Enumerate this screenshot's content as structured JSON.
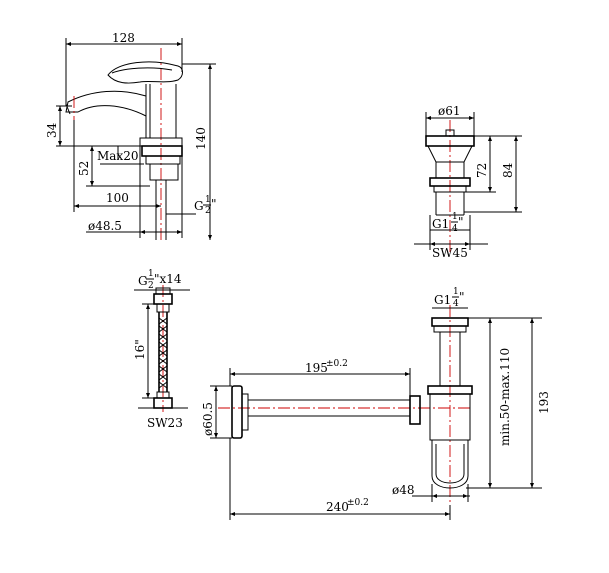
{
  "faucet": {
    "width": "128",
    "height": "140",
    "spout_height": "34",
    "deck_depth": "Max20",
    "base_height": "52",
    "reach": "100",
    "base_dia": "ø48.5",
    "thread_prefix": "G",
    "thread_num": "1",
    "thread_den": "2",
    "thread_suffix": "\""
  },
  "pop_up_waste": {
    "dia": "ø61",
    "h1": "72",
    "h2": "84",
    "thread_prefix": "G1",
    "thread_num": "1",
    "thread_den": "4",
    "thread_suffix": "\"",
    "wrench": "SW45"
  },
  "hose": {
    "thread_prefix": "G",
    "thread_num": "1",
    "thread_den": "2",
    "thread_suffix": "\"x14",
    "length": "16\"",
    "wrench": "SW23"
  },
  "siphon": {
    "thread_prefix": "G1",
    "thread_num": "1",
    "thread_den": "4",
    "thread_suffix": "\"",
    "wall_length": "195",
    "wall_tol": "±0.2",
    "flange_dia": "ø60.5",
    "height_range": "min.50-max.110",
    "total_height": "193",
    "tube_dia": "ø48",
    "total_length": "240",
    "total_tol": "±0.2"
  },
  "colors": {
    "outline": "#000000",
    "centerline": "#cc0000"
  }
}
